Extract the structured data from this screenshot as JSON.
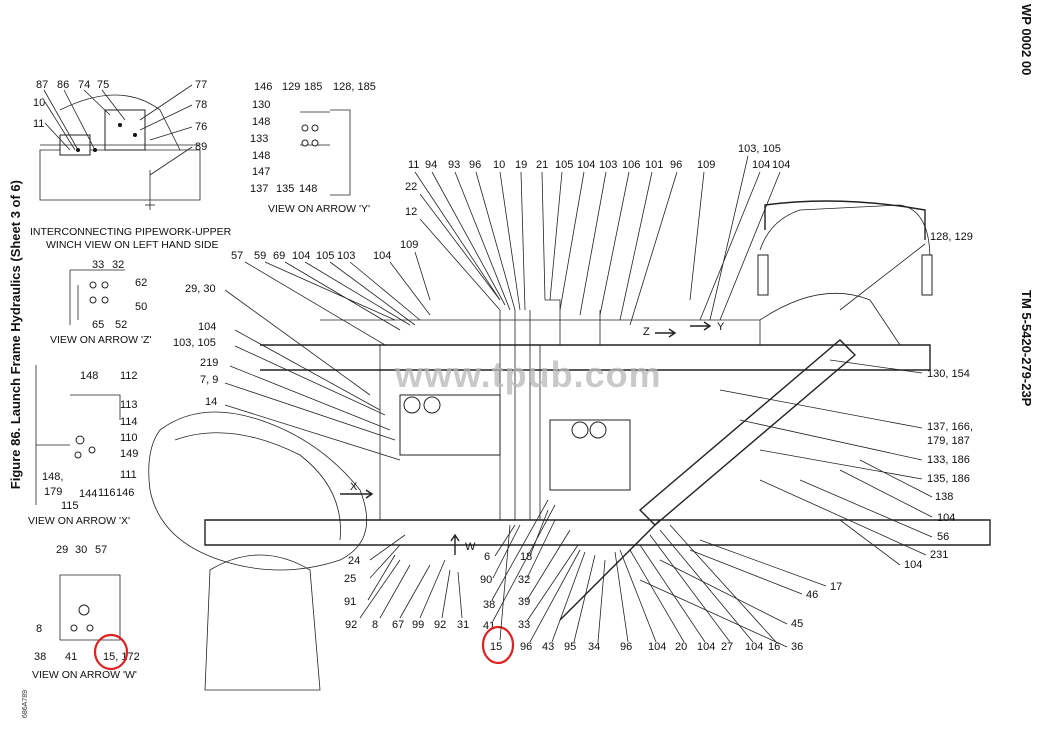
{
  "header": {
    "wp": "WP 0002 00",
    "tm": "TM 5-5420-279-23P",
    "figure_title": "Figure 86. Launch Frame Hydraulics (Sheet 3 of 6)"
  },
  "watermark": "www.tpub.com",
  "drawing_number": "686A789",
  "captions": {
    "winch_line1": "INTERCONNECTING PIPEWORK-UPPER",
    "winch_line2": "WINCH VIEW ON LEFT HAND SIDE",
    "arrow_y": "VIEW ON ARROW 'Y'",
    "arrow_z": "VIEW ON ARROW 'Z'",
    "arrow_x": "VIEW ON ARROW 'X'",
    "arrow_w": "VIEW ON ARROW 'W'"
  },
  "arrow_letters": {
    "x": "X",
    "w": "W",
    "y": "Y",
    "z": "Z"
  },
  "callouts": {
    "winch": [
      "87",
      "86",
      "74",
      "75",
      "77",
      "78",
      "76",
      "89",
      "10",
      "11"
    ],
    "arrow_y": [
      "146",
      "129",
      "185",
      "128, 185",
      "130",
      "148",
      "133",
      "148",
      "147",
      "137",
      "135",
      "148"
    ],
    "arrow_z": [
      "33",
      "32",
      "62",
      "50",
      "65",
      "52"
    ],
    "arrow_x": [
      "148",
      "112",
      "113",
      "114",
      "110",
      "149",
      "111",
      "146",
      "148,",
      "179",
      "115",
      "144",
      "116"
    ],
    "arrow_w": [
      "29",
      "30",
      "57",
      "8",
      "38",
      "41",
      "15, 172"
    ],
    "top_row": [
      "11",
      "94",
      "93",
      "96",
      "10",
      "19",
      "21",
      "105",
      "104",
      "103",
      "106",
      "101",
      "96",
      "109",
      "103, 105",
      "104",
      "104"
    ],
    "left_side": [
      "22",
      "12",
      "109",
      "57",
      "59",
      "69",
      "104",
      "105",
      "103",
      "104",
      "29, 30",
      "104",
      "103, 105",
      "219",
      "7, 9",
      "14"
    ],
    "right_side": [
      "128, 129",
      "130, 154",
      "137, 166,",
      "179, 187",
      "133, 186",
      "135, 186",
      "138",
      "104",
      "56",
      "231",
      "104",
      "17",
      "46",
      "45",
      "36"
    ],
    "bottom_row": [
      "24",
      "25",
      "91",
      "92",
      "8",
      "67",
      "99",
      "92",
      "31",
      "6",
      "90",
      "38",
      "41",
      "15",
      "18",
      "32",
      "39",
      "33",
      "96",
      "43",
      "95",
      "34",
      "96",
      "104",
      "20",
      "104",
      "27",
      "104",
      "16"
    ]
  }
}
